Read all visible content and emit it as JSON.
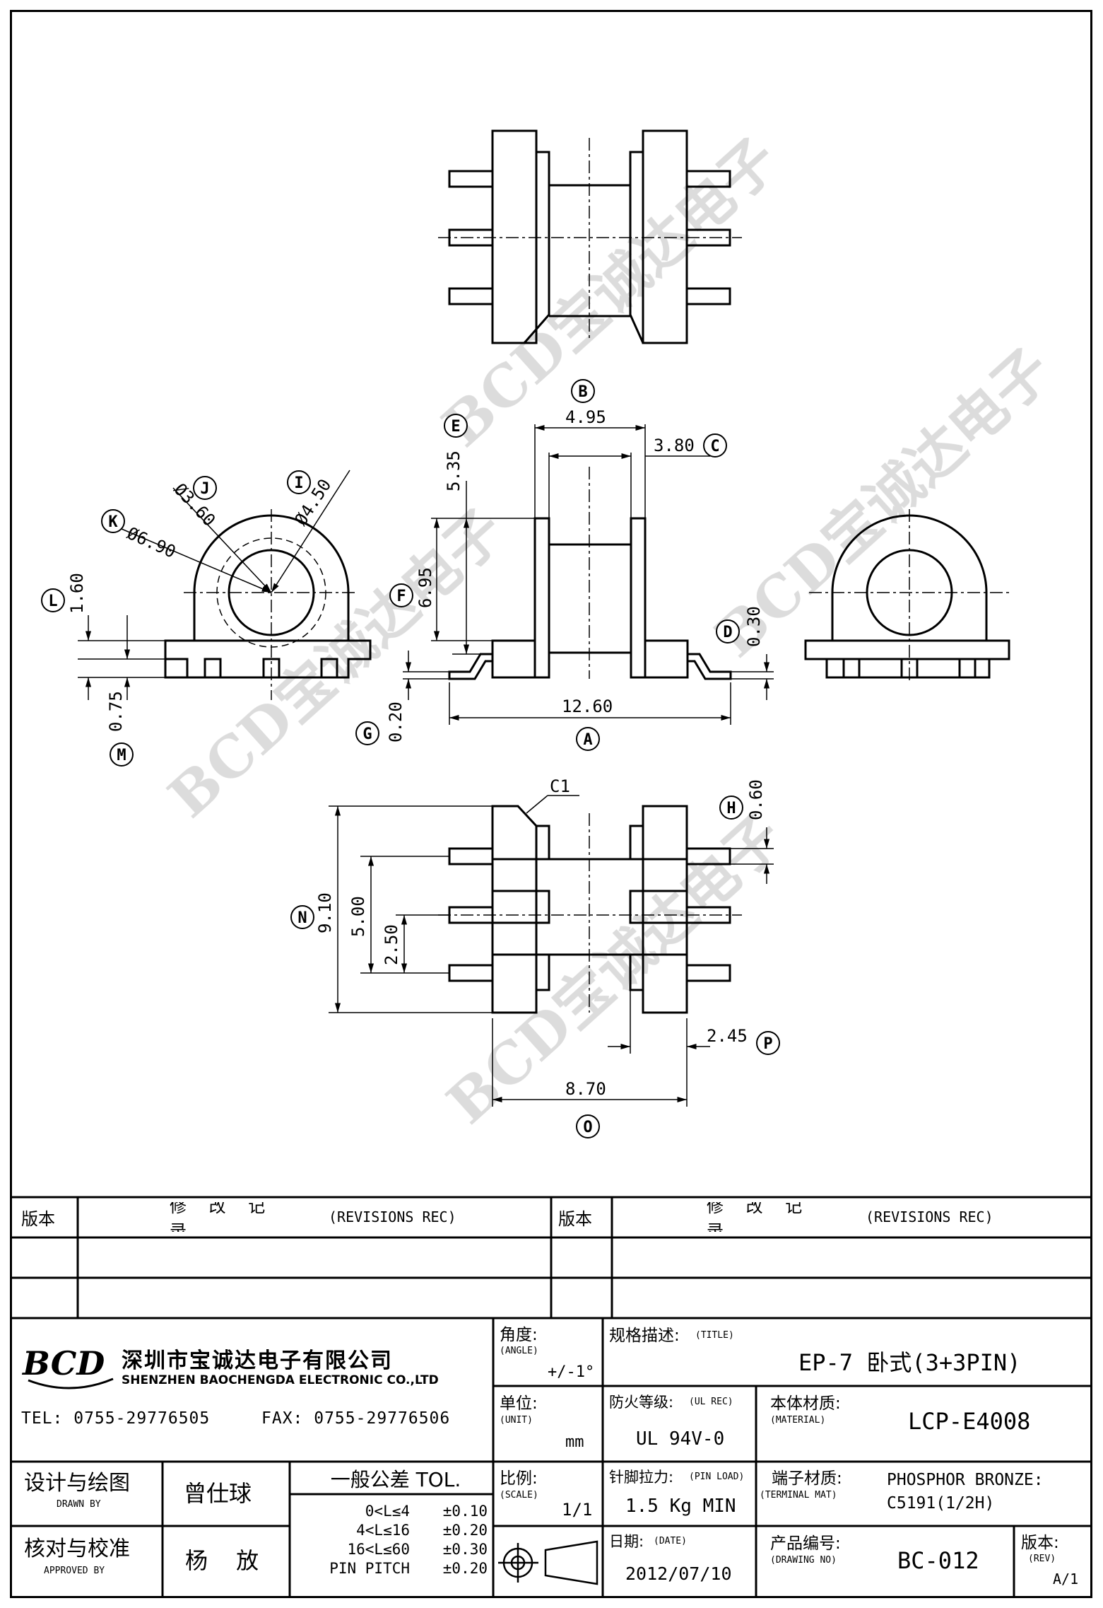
{
  "watermark": {
    "text": "BCD宝诚达电子"
  },
  "drawing": {
    "labels": [
      "A",
      "B",
      "C",
      "D",
      "E",
      "F",
      "G",
      "H",
      "I",
      "J",
      "K",
      "L",
      "M",
      "N",
      "O",
      "P"
    ],
    "dimensions": {
      "A": "12.60",
      "B": "4.95",
      "C": "3.80",
      "D": "0.30",
      "E": "5.35",
      "F": "6.95",
      "G": "0.20",
      "H": "0.60",
      "I": "Ø4.50",
      "J": "Ø3.60",
      "K": "Ø6.90",
      "L": "1.60",
      "M": "0.75",
      "N": "9.10",
      "N2": "5.00",
      "N3": "2.50",
      "O": "8.70",
      "P": "2.45"
    },
    "chamfer": "C1"
  },
  "revisions": {
    "col_rev": "版本",
    "col_record": "修 改 记 录",
    "col_record_en": "(REVISIONS REC)"
  },
  "company": {
    "logo": "BCD",
    "name_cn": "深圳市宝诚达电子有限公司",
    "name_en": "SHENZHEN BAOCHENGDA ELECTRONIC CO.,LTD",
    "tel": "TEL: 0755-29776505",
    "fax": "FAX: 0755-29776506"
  },
  "title_block": {
    "angle_label": "角度:",
    "angle_label_en": "(ANGLE)",
    "angle_value": "+/-1°",
    "title_label": "规格描述:",
    "title_label_en": "(TITLE)",
    "title_value": "EP-7 卧式(3+3PIN)",
    "unit_label": "单位:",
    "unit_label_en": "(UNIT)",
    "unit_value": "mm",
    "ul_label": "防火等级:",
    "ul_label_en": "(UL REC)",
    "ul_value": "UL 94V-0",
    "material_label": "本体材质:",
    "material_label_en": "(MATERIAL)",
    "material_value": "LCP-E4008",
    "scale_label": "比例:",
    "scale_label_en": "(SCALE)",
    "scale_value": "1/1",
    "pin_load_label": "针脚拉力:",
    "pin_load_label_en": "(PIN LOAD)",
    "pin_load_value": "1.5 Kg MIN",
    "terminal_label": "端子材质:",
    "terminal_label_en": "(TERMINAL MAT)",
    "terminal_value_1": "PHOSPHOR BRONZE:",
    "terminal_value_2": "C5191(1/2H)",
    "date_label": "日期:",
    "date_label_en": "(DATE)",
    "date_value": "2012/07/10",
    "drawing_no_label": "产品编号:",
    "drawing_no_label_en": "(DRAWING NO)",
    "drawing_no_value": "BC-012",
    "rev_label": "版本:",
    "rev_label_en": "(REV)",
    "rev_value": "A/1",
    "drawn_label": "设计与绘图",
    "drawn_label_en": "DRAWN BY",
    "drawn_value": "曾仕球",
    "approved_label": "核对与校准",
    "approved_label_en": "APPROVED BY",
    "approved_value": "杨 放",
    "tol_title": "一般公差 TOL.",
    "tol_rows": [
      {
        "range": "0<L≤4",
        "tol": "±0.10"
      },
      {
        "range": "4<L≤16",
        "tol": "±0.20"
      },
      {
        "range": "16<L≤60",
        "tol": "±0.30"
      },
      {
        "range": "PIN PITCH",
        "tol": "±0.20"
      }
    ]
  }
}
